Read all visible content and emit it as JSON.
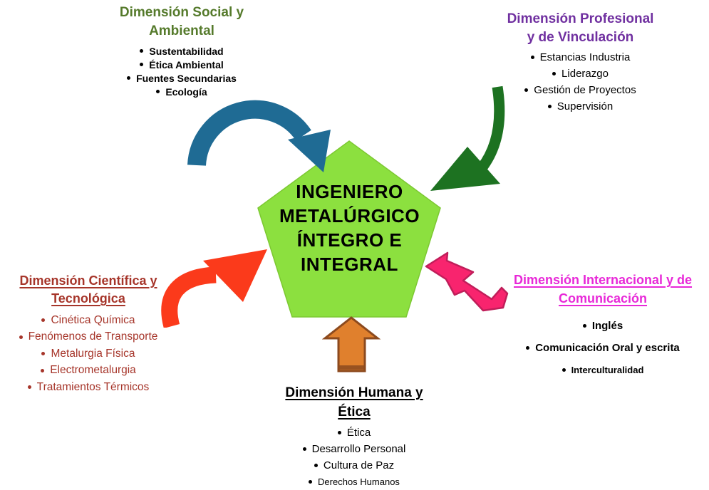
{
  "center": {
    "title": "INGENIERO\nMETALÚRGICO\nÍNTEGRO E\nINTEGRAL",
    "fill": "#8CE03F"
  },
  "dimensions": {
    "social": {
      "title": "Dimensión Social y\nAmbiental",
      "title_color": "#557A2B",
      "item_color": "#000000",
      "arrow_color": "#1F6B94",
      "arrow_icon": "curved-arc-arrow",
      "items": [
        "Sustentabilidad",
        "Ética Ambiental",
        "Fuentes Secundarias",
        "Ecología"
      ]
    },
    "profesional": {
      "title": "Dimensión Profesional\ny de Vinculación",
      "title_color": "#7030A0",
      "item_color": "#000000",
      "arrow_color": "#1D7221",
      "arrow_icon": "curved-swoosh-arrow",
      "items": [
        "Estancias Industria",
        "Liderazgo",
        "Gestión de Proyectos",
        "Supervisión"
      ]
    },
    "cientifica": {
      "title": "Dimensión Científica y\nTecnológica",
      "title_color": "#A6352A",
      "item_color": "#A6352A",
      "arrow_color": "#FB3A1B",
      "arrow_icon": "curved-swoosh-arrow",
      "items": [
        "Cinética Química",
        "Fenómenos de Transporte",
        "Metalurgia Física",
        "Electrometalurgia",
        "Tratamientos Térmicos"
      ]
    },
    "internacional": {
      "title": "Dimensión Internacional y de\nComunicación",
      "title_color": "#E828D8",
      "item_color": "#000000",
      "arrow_color": "#F8246E",
      "arrow_icon": "zigzag-arrow",
      "items": [
        "Inglés",
        "Comunicación Oral y escrita",
        "Interculturalidad"
      ]
    },
    "humana": {
      "title": "Dimensión Humana y\nÉtica",
      "title_color": "#000000",
      "item_color": "#000000",
      "arrow_color": "#E0802D",
      "arrow_icon": "block-up-arrow",
      "items": [
        "Ética",
        "Desarrollo Personal",
        "Cultura de Paz",
        "Derechos Humanos"
      ]
    }
  }
}
